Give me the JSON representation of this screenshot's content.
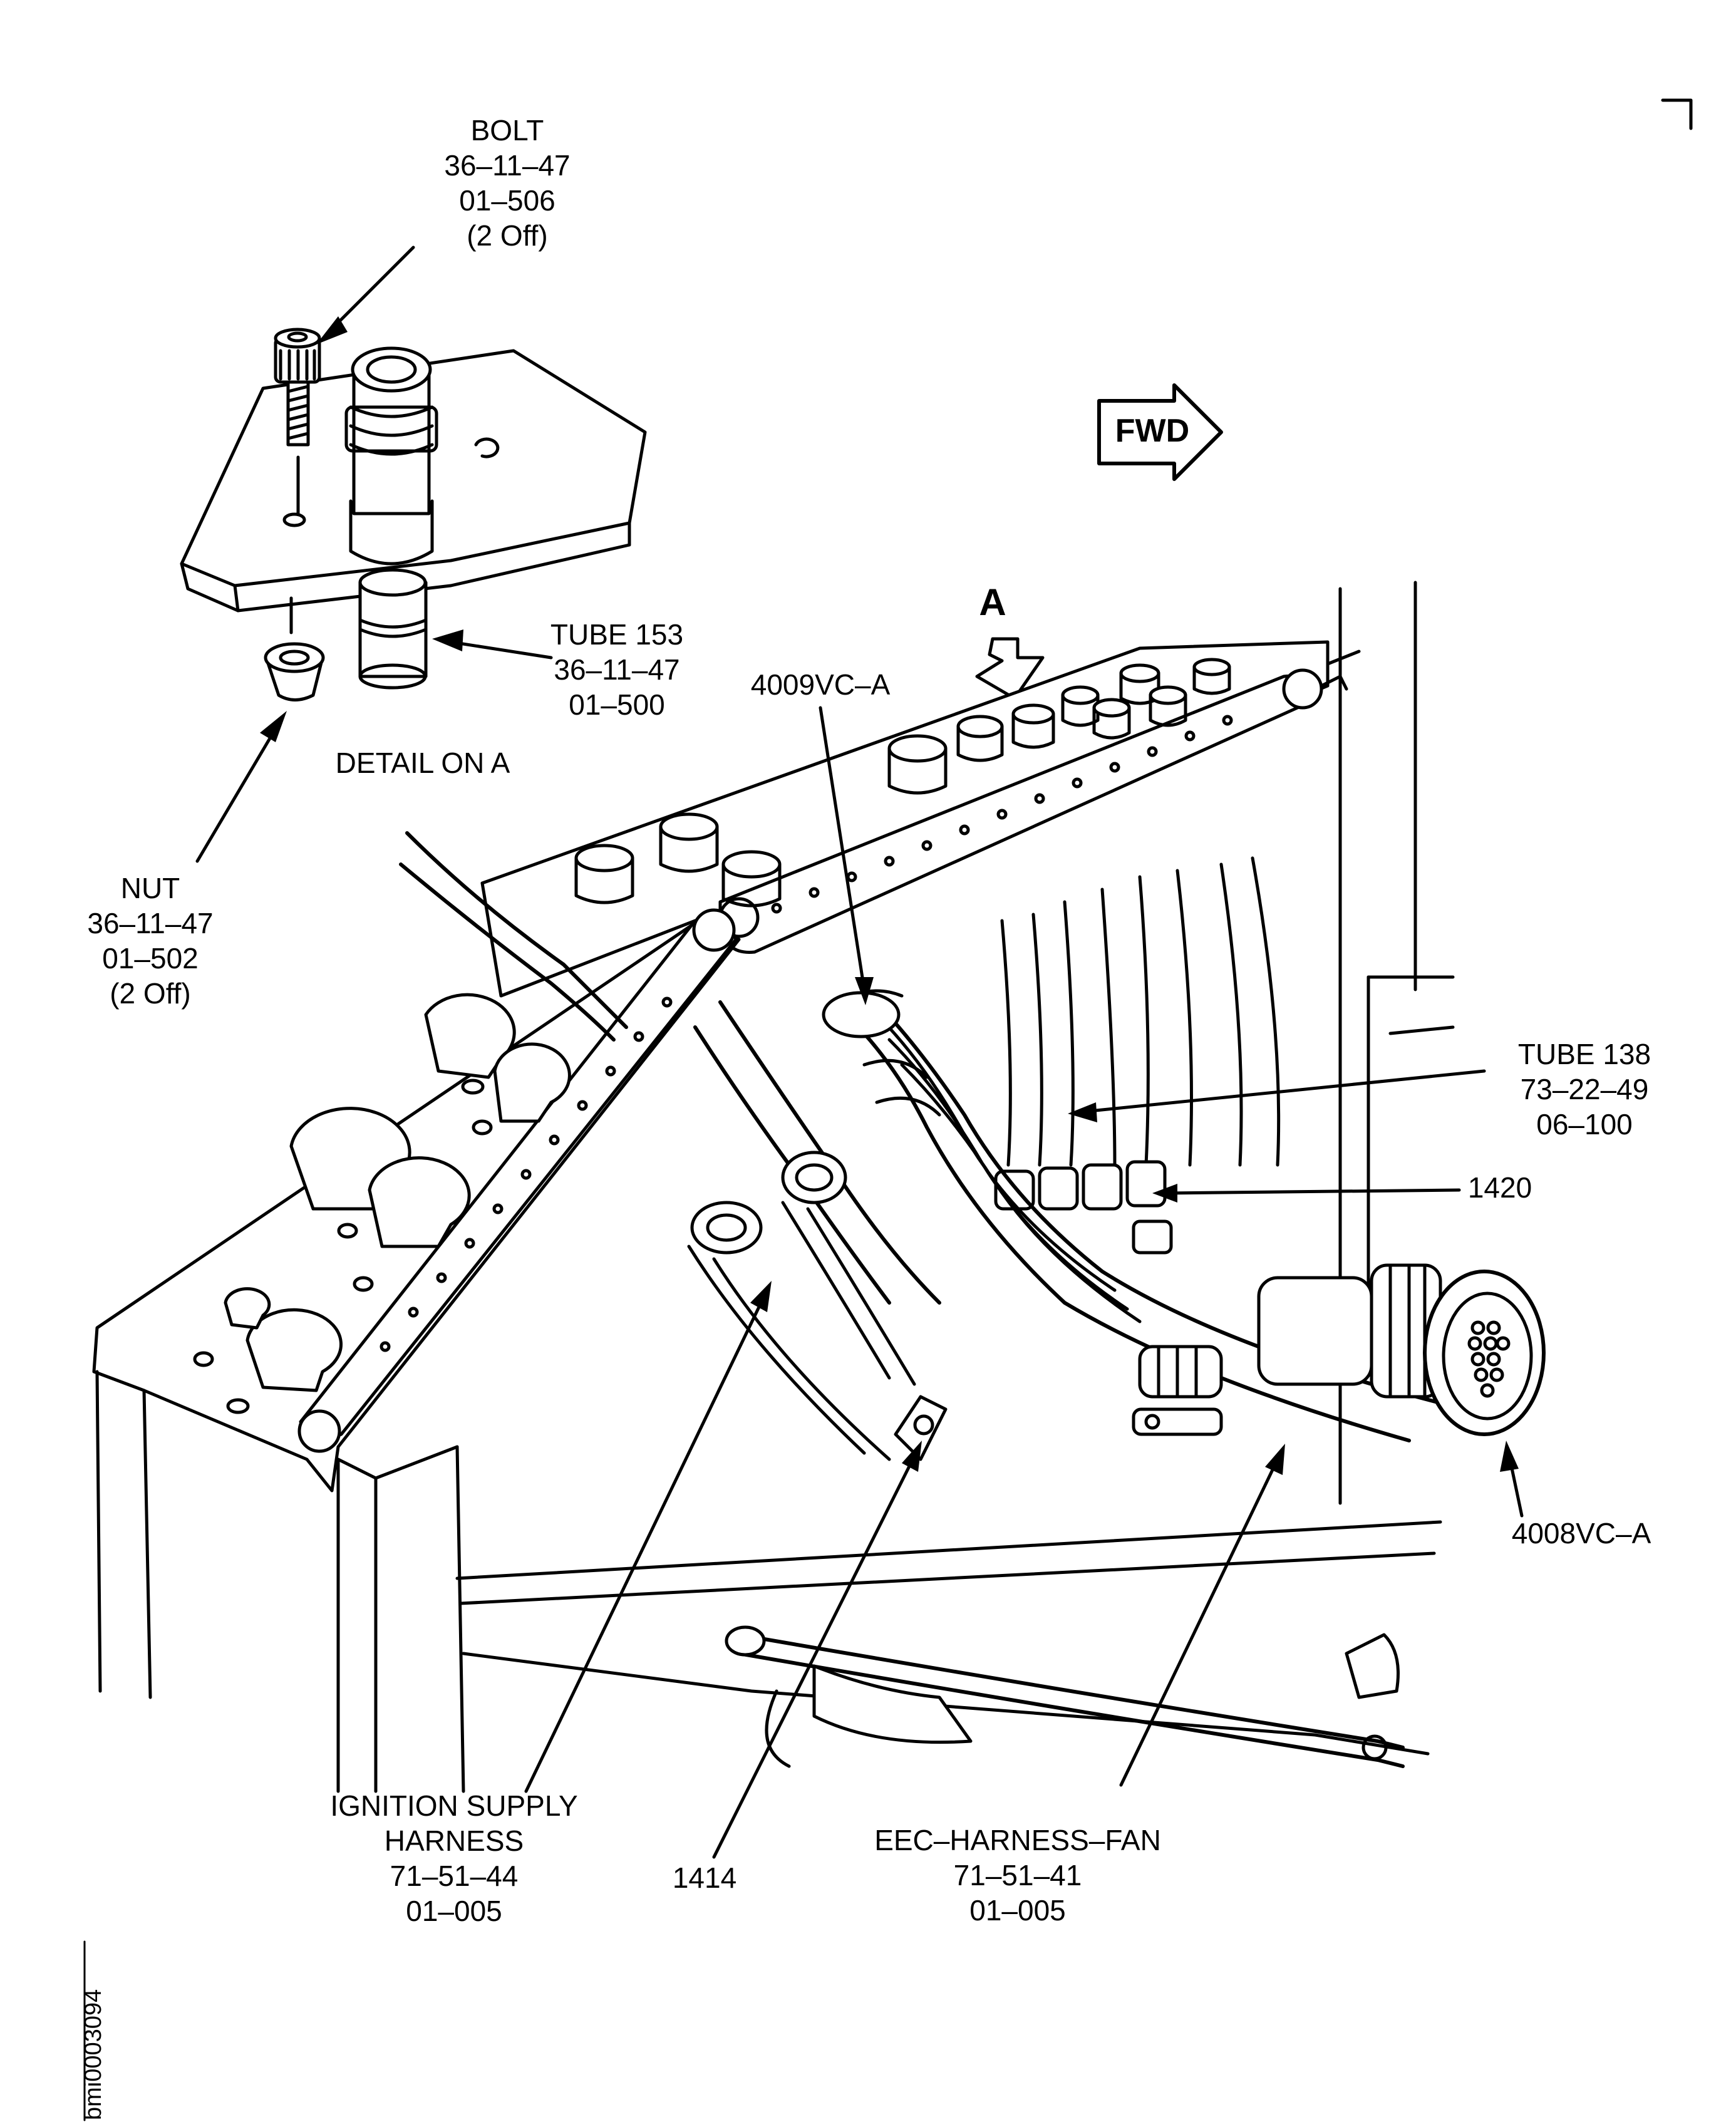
{
  "labels": {
    "bolt": [
      "BOLT",
      "36–11–47",
      "01–506",
      "(2 Off)"
    ],
    "tube153": [
      "TUBE 153",
      "36–11–47",
      "01–500"
    ],
    "detail": "DETAIL ON A",
    "nut": [
      "NUT",
      "36–11–47",
      "01–502",
      "(2 Off)"
    ],
    "view_a": "A",
    "c4009": "4009VC–A",
    "fwd": "FWD",
    "tube138": [
      "TUBE 138",
      "73–22–49",
      "06–100"
    ],
    "n1420": "1420",
    "c4008": "4008VC–A",
    "ignition": [
      "IGNITION SUPPLY",
      "HARNESS",
      "71–51–44",
      "01–005"
    ],
    "n1414": "1414",
    "eec": [
      "EEC–HARNESS–FAN",
      "71–51–41",
      "01–005"
    ],
    "figure_id": "bmi0003094"
  },
  "colors": {
    "ink": "#000000",
    "paper": "#ffffff"
  }
}
